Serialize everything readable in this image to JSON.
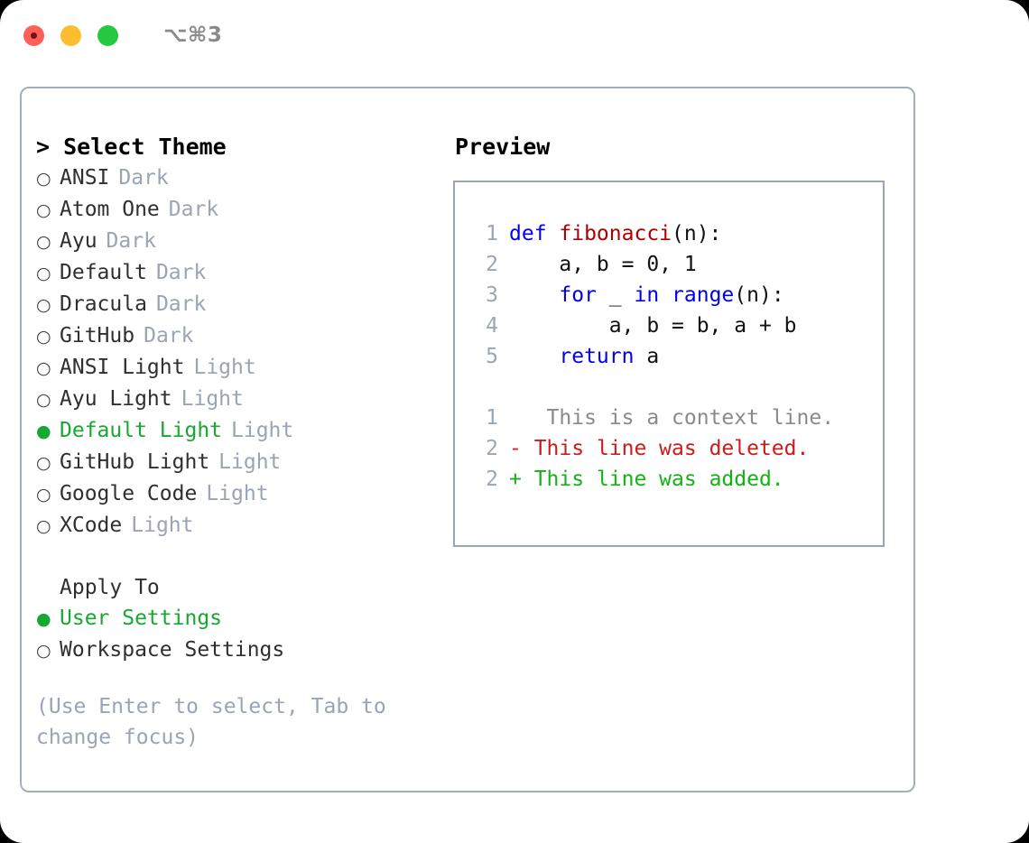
{
  "window": {
    "title": "⌥⌘3",
    "traffic_lights": [
      "close-red",
      "minimize-yellow",
      "zoom-green"
    ]
  },
  "left_panel": {
    "prompt_heading": "> Select Theme",
    "themes": [
      {
        "bullet": "○",
        "name": "ANSI",
        "variant": "Dark",
        "selected": false
      },
      {
        "bullet": "○",
        "name": "Atom One",
        "variant": "Dark",
        "selected": false
      },
      {
        "bullet": "○",
        "name": "Ayu",
        "variant": "Dark",
        "selected": false
      },
      {
        "bullet": "○",
        "name": "Default",
        "variant": "Dark",
        "selected": false
      },
      {
        "bullet": "○",
        "name": "Dracula",
        "variant": "Dark",
        "selected": false
      },
      {
        "bullet": "○",
        "name": "GitHub",
        "variant": "Dark",
        "selected": false
      },
      {
        "bullet": "○",
        "name": "ANSI Light",
        "variant": "Light",
        "selected": false
      },
      {
        "bullet": "○",
        "name": "Ayu Light",
        "variant": "Light",
        "selected": false
      },
      {
        "bullet": "●",
        "name": "Default Light",
        "variant": "Light",
        "selected": true
      },
      {
        "bullet": "○",
        "name": "GitHub Light",
        "variant": "Light",
        "selected": false
      },
      {
        "bullet": "○",
        "name": "Google Code",
        "variant": "Light",
        "selected": false
      },
      {
        "bullet": "○",
        "name": "XCode",
        "variant": "Light",
        "selected": false
      }
    ],
    "apply_to_heading": "Apply To",
    "apply_to_options": [
      {
        "bullet": "●",
        "name": "User Settings",
        "selected": true
      },
      {
        "bullet": "○",
        "name": "Workspace Settings",
        "selected": false
      }
    ],
    "hint": "(Use Enter to select, Tab to change focus)"
  },
  "preview": {
    "title": "Preview",
    "code_lines": [
      {
        "number": "1",
        "segments": [
          {
            "t": "def ",
            "c": "kw"
          },
          {
            "t": "fibonacci",
            "c": "fn"
          },
          {
            "t": "(n):",
            "c": "txt"
          }
        ]
      },
      {
        "number": "2",
        "segments": [
          {
            "t": "    a, b = 0, 1",
            "c": "txt"
          }
        ]
      },
      {
        "number": "3",
        "segments": [
          {
            "t": "    ",
            "c": "txt"
          },
          {
            "t": "for",
            "c": "kw"
          },
          {
            "t": " _ ",
            "c": "txt"
          },
          {
            "t": "in",
            "c": "kw"
          },
          {
            "t": " ",
            "c": "txt"
          },
          {
            "t": "range",
            "c": "kw"
          },
          {
            "t": "(n):",
            "c": "txt"
          }
        ]
      },
      {
        "number": "4",
        "segments": [
          {
            "t": "        a, b = b, a + b",
            "c": "txt"
          }
        ]
      },
      {
        "number": "5",
        "segments": [
          {
            "t": "    ",
            "c": "txt"
          },
          {
            "t": "return",
            "c": "kw"
          },
          {
            "t": " a",
            "c": "txt"
          }
        ]
      }
    ],
    "diff_lines": [
      {
        "number": "1",
        "marker": " ",
        "text": "  This is a context line.",
        "kind": "ctx"
      },
      {
        "number": "2",
        "marker": "-",
        "text": " This line was deleted.",
        "kind": "del"
      },
      {
        "number": "2",
        "marker": "+",
        "text": " This line was added.",
        "kind": "add"
      }
    ]
  },
  "colors": {
    "accent_green": "#16a830",
    "keyword_blue": "#0000ee",
    "function_red": "#b00000",
    "diff_deleted": "#cc1b1b",
    "diff_added": "#12b312",
    "muted": "#9aa4b4",
    "border": "#a3aebd"
  }
}
